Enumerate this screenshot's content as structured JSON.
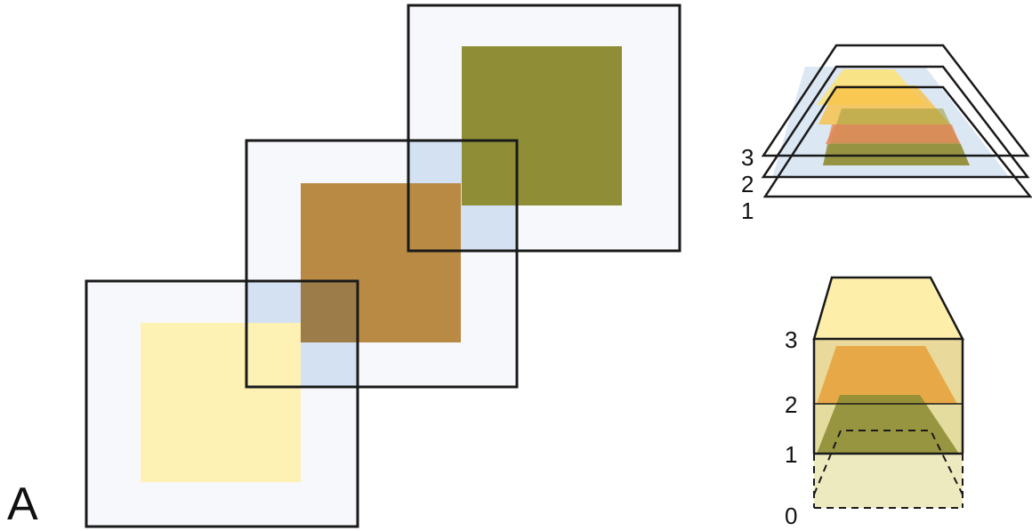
{
  "panel_label": "A",
  "top_stack": {
    "labels": [
      "3",
      "2",
      "1"
    ]
  },
  "bottom_stack": {
    "labels": [
      "3",
      "2",
      "1",
      "0"
    ]
  },
  "colors": {
    "frame_fill": "#f7f8fc",
    "overlap_blue": "#d3e1f2",
    "yellow_square": "#fdf1b3",
    "brown_square": "#b98a44",
    "olive_square": "#8f8d35",
    "outline": "#1a1a1a"
  }
}
